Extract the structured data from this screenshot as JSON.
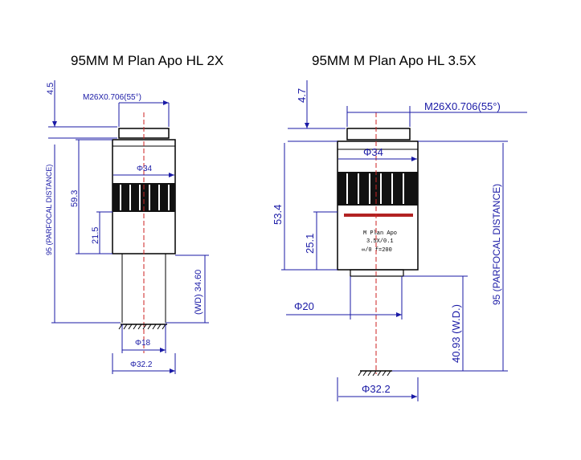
{
  "left": {
    "title": "95MM M Plan Apo HL 2X",
    "thread": "M26X0.706(55°)",
    "dia_body": "Φ34",
    "dia_tip": "Φ18",
    "dia_base": "Φ32.2",
    "top_gap": "4.5",
    "parfocal": "95 (PARFOCAL DISTANCE)",
    "length": "59.3",
    "lower": "21.5",
    "wd": "(WD) 34.60"
  },
  "right": {
    "title": "95MM M Plan Apo HL 3.5X",
    "thread": "M26X0.706(55°)",
    "dia_body": "Φ34",
    "dia_tip": "Φ20",
    "dia_base": "Φ32.2",
    "top_gap": "4.7",
    "length": "53.4",
    "lower": "25.1",
    "wd": "40.93 (W.D.)",
    "parfocal": "95 (PARFOCAL DISTANCE)",
    "engrave_line1": "M Plan Apo",
    "engrave_line2": "3.5X/0.1",
    "engrave_line3": "∞/0 f=200"
  }
}
